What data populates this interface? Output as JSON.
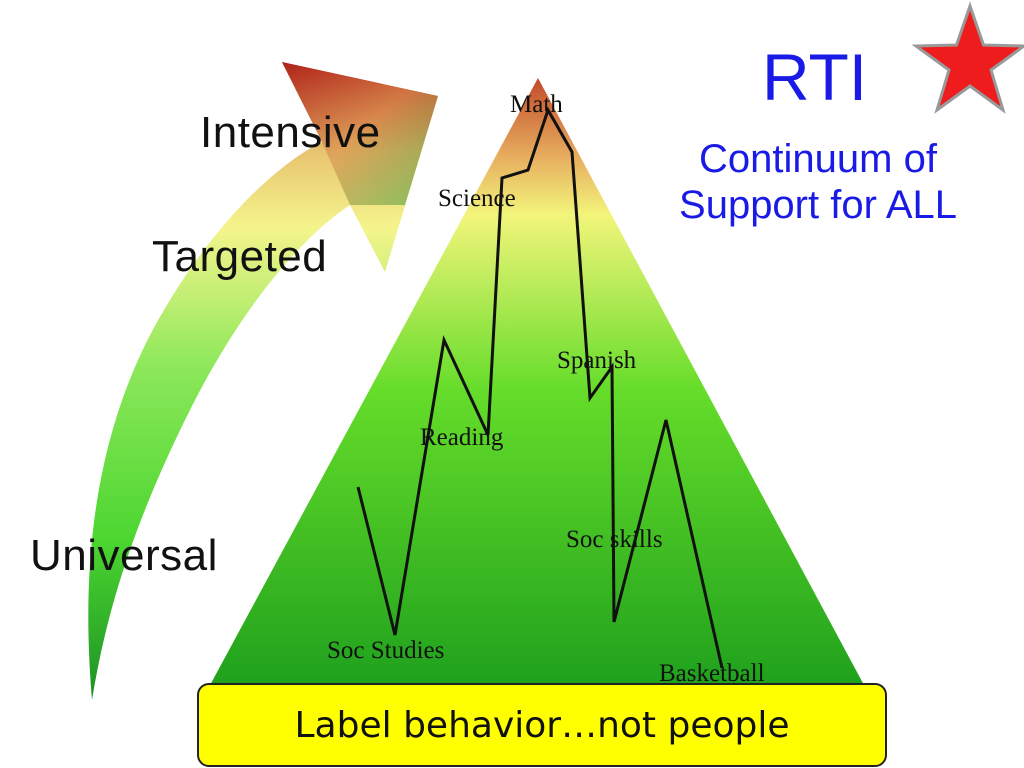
{
  "title": {
    "main": "RTI",
    "subtitle": "Continuum of Support for ALL"
  },
  "tiers": {
    "intensive": "Intensive",
    "targeted": "Targeted",
    "universal": "Universal"
  },
  "subjects": {
    "math": "Math",
    "science": "Science",
    "spanish": "Spanish",
    "reading": "Reading",
    "soc_skills": "Soc skills",
    "soc_studies": "Soc Studies",
    "basketball": "Basketball"
  },
  "footer": {
    "text": "Label behavior…not people"
  },
  "colors": {
    "title": "#1a1ae6",
    "star_fill": "#ee1c1c",
    "star_stroke": "#999999",
    "footer_bg": "#ffff00",
    "pyramid_top": "#c24a2a",
    "pyramid_upper": "#f2f57a",
    "pyramid_middle": "#66dd2a",
    "pyramid_base": "#1c9e1c"
  },
  "icons": {
    "star": "red-star-icon",
    "arrow": "curved-up-arrow"
  }
}
